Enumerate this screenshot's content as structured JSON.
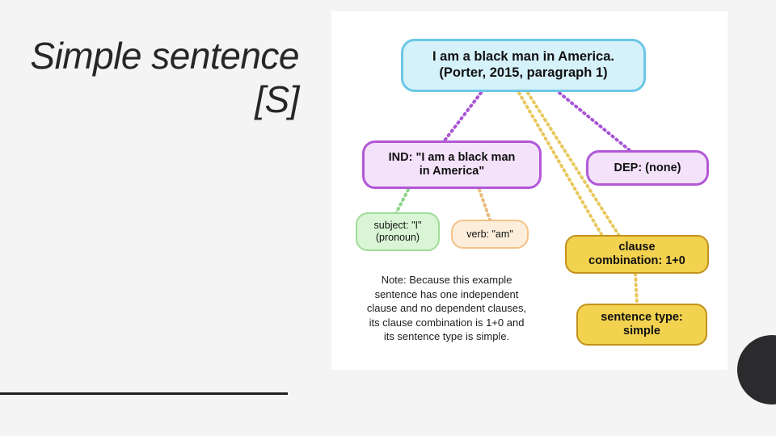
{
  "slide": {
    "title": "Simple sentence [S]",
    "background_color": "#f4f4f4"
  },
  "diagram": {
    "panel_color": "#ffffff",
    "nodes": [
      {
        "id": "root",
        "label": "I am a black man in America.\n(Porter, 2015, paragraph 1)",
        "line1": "I am a black man in America.",
        "line2": "(Porter, 2015, paragraph 1)",
        "fill": "#d5f2fb",
        "stroke": "#6cc7e6"
      },
      {
        "id": "independent-clause",
        "line1": "IND: \"I am a black man",
        "line2": "in America\"",
        "fill": "#f4e2fb",
        "stroke": "#b258d6"
      },
      {
        "id": "dependent-clause",
        "line1": "DEP: (none)",
        "fill": "#f4e2fb",
        "stroke": "#b258d6"
      },
      {
        "id": "subject",
        "line1": "subject: \"I\"",
        "line2": "(pronoun)",
        "fill": "#d9f5d5",
        "stroke": "#9fdc98"
      },
      {
        "id": "verb",
        "line1": "verb: \"am\"",
        "fill": "#fdeedb",
        "stroke": "#f3c189"
      },
      {
        "id": "clause-combination",
        "line1": "clause",
        "line2": "combination: 1+0",
        "fill": "#f2d24f",
        "stroke": "#c2921c"
      },
      {
        "id": "sentence-type",
        "line1": "sentence type:",
        "line2": "simple",
        "fill": "#f2d24f",
        "stroke": "#c2921c"
      }
    ],
    "note": {
      "line1": "Note: Because this example",
      "line2": "sentence has one independent",
      "line3": "clause and no dependent clauses,",
      "line4": "its clause combination is 1+0 and",
      "line5": "its sentence type is simple."
    },
    "connector_colors": {
      "purple": "#a855d4",
      "yellow": "#e8c85c",
      "green": "#8fd48a",
      "orange": "#e8ba7c"
    }
  },
  "decor": {
    "corner_dot_color": "#2b2b2d",
    "rule_color": "#202020"
  }
}
